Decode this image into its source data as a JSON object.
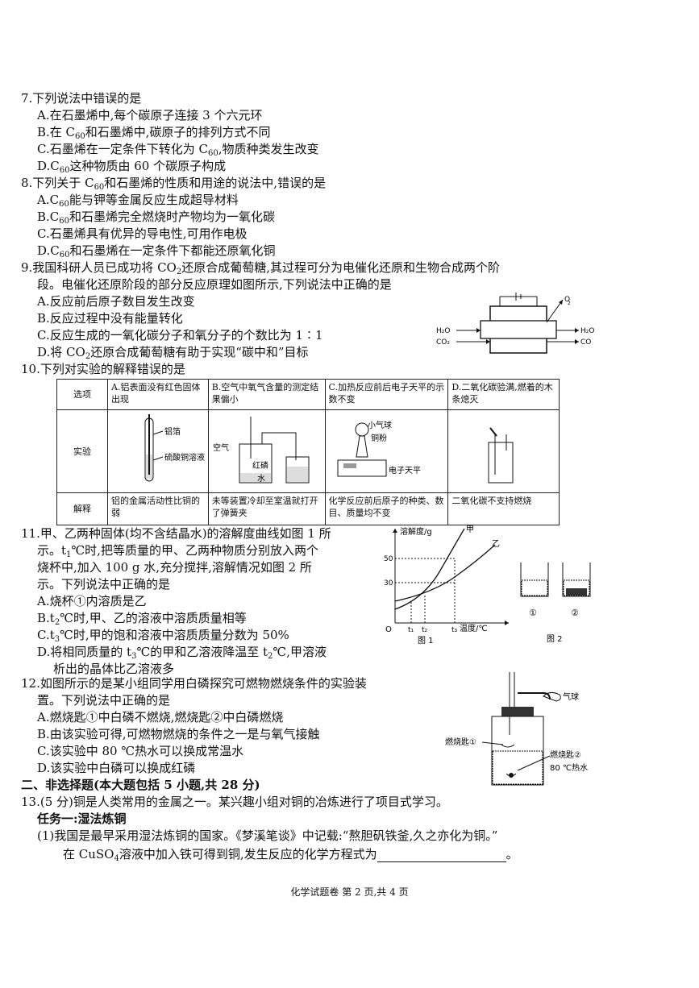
{
  "q7": {
    "stem": "7.下列说法中错误的是",
    "a": "A.在石墨烯中,每个碳原子连接 3 个六元环",
    "b_pre": "B.在 C",
    "b_post": "和石墨烯中,碳原子的排列方式不同",
    "c_pre": "C.石墨烯在一定条件下转化为 C",
    "c_post": ",物质种类发生改变",
    "d_pre": "D.C",
    "d_post": "这种物质由 60 个碳原子构成",
    "sub60": "60"
  },
  "q8": {
    "stem_pre": "8.下列关于 C",
    "stem_post": "和石墨烯的性质和用途的说法中,错误的是",
    "a_pre": "A.C",
    "a_post": "能与钾等金属反应生成超导材料",
    "b_pre": "B.C",
    "b_post": "和石墨烯完全燃烧时产物均为一氧化碳",
    "c": "C.石墨烯具有优异的导电性,可用作电极",
    "d_pre": "D.C",
    "d_post": "和石墨烯在一定条件下都能还原氧化铜"
  },
  "q9": {
    "stem1_pre": "9.我国科研人员已成功将 CO",
    "stem1_post": "还原合成葡萄糖,其过程可分为电催化还原和生物合成两个阶",
    "stem2": "段。电催化还原阶段的部分反应原理如图所示,下列说法中正确的是",
    "a": "A.反应前后原子数目发生改变",
    "b": "B.反应过程中没有能量转化",
    "c": "C.反应生成的一氧化碳分子和氧分子的个数比为 1∶1",
    "d_pre": "D.将 CO",
    "d_post": "还原合成葡萄糖有助于实现“碳中和”目标",
    "fig": {
      "o2": "O",
      "h2o_in": "H₂O",
      "co2_in": "CO₂",
      "h2o_out": "H₂O",
      "co_out": "CO"
    }
  },
  "q10": {
    "stem": "10.下列对实验的解释错误的是",
    "row_heads": [
      "选项",
      "实验",
      "解释"
    ],
    "options": [
      "A.铝表面没有红色固体出现",
      "B.空气中氧气含量的测定结果偏小",
      "C.加热反应前后电子天平的示数不变",
      "D.二氧化碳验满,燃着的木条熄灭"
    ],
    "explanations": [
      "铝的金属活动性比铜的弱",
      "未等装置冷却至室温就打开了弹簧夹",
      "化学反应前后原子的种类、数目、质量均不变",
      "二氧化碳不支持燃烧"
    ],
    "labels": {
      "al": "铝箔",
      "cuso4": "硫酸铜溶液",
      "air": "空气",
      "p": "红磷",
      "water": "水",
      "balloon": "小气球",
      "cu": "铜粉",
      "balance": "电子天平"
    }
  },
  "q11": {
    "stem1": "11.甲、乙两种固体(均不含结晶水)的溶解度曲线如图 1 所",
    "stem2_pre": "示。t",
    "stem2_post": "℃时,把等质量的甲、乙两种物质分别放入两个",
    "stem3": "烧杯中,加入 100 g 水,充分搅拌,溶解情况如图 2 所",
    "stem4": "示。下列说法中正确的是",
    "a": "A.烧杯①内溶质是乙",
    "b_pre": "B.t",
    "b_post": "℃时,甲、乙的溶液中溶质质量相等",
    "c_pre": "C.t",
    "c_post": "℃时,甲的饱和溶液中溶质质量分数为 50%",
    "d1_pre": "D.将相同质量的 t",
    "d1_mid": "℃的甲和乙溶液降温至 t",
    "d1_post": "℃,甲溶液",
    "d2": "析出的晶体比乙溶液多",
    "fig": {
      "ylabel": "溶解度/g",
      "xlabel": "温度/℃",
      "origin": "O",
      "y50": "50",
      "y30": "30",
      "t1": "t₁",
      "t2": "t₂",
      "t3": "t₃",
      "jia": "甲",
      "yi": "乙",
      "cap1": "图 1",
      "cap2": "图 2",
      "b1": "①",
      "b2": "②"
    }
  },
  "q12": {
    "stem1": "12.如图所示的是某小组同学用白磷探究可燃物燃烧条件的实验装",
    "stem2": "置。下列说法中正确的是",
    "a": "A.燃烧匙①中白磷不燃烧,燃烧匙②中白磷燃烧",
    "b": "B.由该实验可得,可燃物燃烧的条件之一是与氧气接触",
    "c": "C.该实验中 80 ℃热水可以换成常温水",
    "d": "D.该实验中白磷可以换成红磷",
    "fig": {
      "balloon": "气球",
      "spoon1": "燃烧匙①",
      "spoon2": "燃烧匙②",
      "hot": "80 ℃热水"
    }
  },
  "section2": "二、非选择题(本大题包括 5 小题,共 28 分)",
  "q13": {
    "stem": "13.(5 分)铜是人类常用的金属之一。某兴趣小组对铜的冶炼进行了项目式学习。",
    "task1": "任务一:湿法炼铜",
    "p1": "(1)我国是最早采用湿法炼铜的国家。《梦溪笔谈》中记载:“熬胆矾铁釜,久之亦化为铜。”",
    "p2_pre": "在 CuSO",
    "p2_post": "溶液中加入铁可得到铜,发生反应的化学方程式为",
    "p2_end": "。"
  },
  "footer": "化学试题卷  第 2 页,共 4 页",
  "subs": {
    "s2": "2",
    "s4": "4",
    "s1": "1",
    "s3": "3"
  }
}
